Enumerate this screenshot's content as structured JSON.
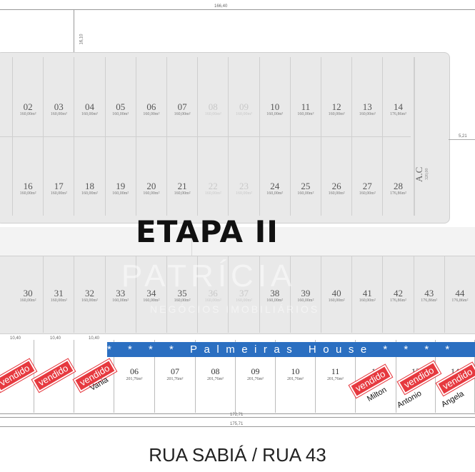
{
  "dimensions": {
    "top_total": "166,40",
    "top_vertical": "16,10",
    "right_side": "5,21",
    "bottom_lot_width": "10,40",
    "bottom_total_1": "172,71",
    "bottom_total_2": "175,71"
  },
  "block_top_row": [
    {
      "num": "02",
      "area": "160,00m²",
      "faded": false
    },
    {
      "num": "03",
      "area": "160,00m²",
      "faded": false
    },
    {
      "num": "04",
      "area": "160,00m²",
      "faded": false
    },
    {
      "num": "05",
      "area": "160,00m²",
      "faded": false
    },
    {
      "num": "06",
      "area": "160,00m²",
      "faded": false
    },
    {
      "num": "07",
      "area": "160,00m²",
      "faded": false
    },
    {
      "num": "08",
      "area": "160,00m²",
      "faded": true
    },
    {
      "num": "09",
      "area": "160,00m²",
      "faded": true
    },
    {
      "num": "10",
      "area": "160,00m²",
      "faded": false
    },
    {
      "num": "11",
      "area": "160,00m²",
      "faded": false
    },
    {
      "num": "12",
      "area": "160,00m²",
      "faded": false
    },
    {
      "num": "13",
      "area": "160,00m²",
      "faded": false
    },
    {
      "num": "14",
      "area": "176,86m²",
      "faded": false
    }
  ],
  "block_second_row": [
    {
      "num": "16",
      "area": "160,00m²",
      "faded": false
    },
    {
      "num": "17",
      "area": "160,00m²",
      "faded": false
    },
    {
      "num": "18",
      "area": "160,00m²",
      "faded": false
    },
    {
      "num": "19",
      "area": "160,00m²",
      "faded": false
    },
    {
      "num": "20",
      "area": "160,00m²",
      "faded": false
    },
    {
      "num": "21",
      "area": "160,00m²",
      "faded": false
    },
    {
      "num": "22",
      "area": "160,00m²",
      "faded": true
    },
    {
      "num": "23",
      "area": "160,00m²",
      "faded": true
    },
    {
      "num": "24",
      "area": "160,00m²",
      "faded": false
    },
    {
      "num": "25",
      "area": "160,00m²",
      "faded": false
    },
    {
      "num": "26",
      "area": "160,00m²",
      "faded": false
    },
    {
      "num": "27",
      "area": "160,00m²",
      "faded": false
    },
    {
      "num": "28",
      "area": "176,86m²",
      "faded": false
    }
  ],
  "ac_label": "A.C",
  "ac_area": "320,00",
  "block_third_row": [
    {
      "num": "30",
      "area": "160,00m²",
      "faded": false
    },
    {
      "num": "31",
      "area": "160,00m²",
      "faded": false
    },
    {
      "num": "32",
      "area": "160,00m²",
      "faded": false
    },
    {
      "num": "33",
      "area": "160,00m²",
      "faded": false
    },
    {
      "num": "34",
      "area": "160,00m²",
      "faded": false
    },
    {
      "num": "35",
      "area": "160,00m²",
      "faded": false
    },
    {
      "num": "36",
      "area": "160,00m²",
      "faded": true
    },
    {
      "num": "37",
      "area": "160,00m²",
      "faded": true
    },
    {
      "num": "38",
      "area": "160,00m²",
      "faded": false
    },
    {
      "num": "39",
      "area": "160,00m²",
      "faded": false
    },
    {
      "num": "40",
      "area": "160,00m²",
      "faded": false
    },
    {
      "num": "41",
      "area": "160,00m²",
      "faded": false
    },
    {
      "num": "42",
      "area": "176,86m²",
      "faded": false
    },
    {
      "num": "43",
      "area": "176,86m²",
      "faded": false
    },
    {
      "num": "44",
      "area": "176,86m²",
      "faded": false
    }
  ],
  "bottom_row": [
    {
      "num": "01",
      "area": ""
    },
    {
      "num": "02",
      "area": ""
    },
    {
      "num": "03",
      "area": ""
    },
    {
      "num": "06",
      "area": "201,76m²"
    },
    {
      "num": "07",
      "area": "201,76m²"
    },
    {
      "num": "08",
      "area": "201,76m²"
    },
    {
      "num": "09",
      "area": "201,76m²"
    },
    {
      "num": "10",
      "area": "201,76m²"
    },
    {
      "num": "11",
      "area": "201,76m²"
    },
    {
      "num": "12",
      "area": ""
    },
    {
      "num": "13",
      "area": ""
    },
    {
      "num": "14",
      "area": ""
    }
  ],
  "sold_label": "vendido",
  "buyers": [
    "Vania",
    "Milton",
    "Antonio",
    "Angela"
  ],
  "banner_text": "* * * * Palmeiras House * * * *",
  "stage_title": "ETAPA II",
  "street_name": "RUA SABIÁ / RUA 43",
  "colors": {
    "banner": "#2b6fc1",
    "sold": "#e6393f"
  }
}
